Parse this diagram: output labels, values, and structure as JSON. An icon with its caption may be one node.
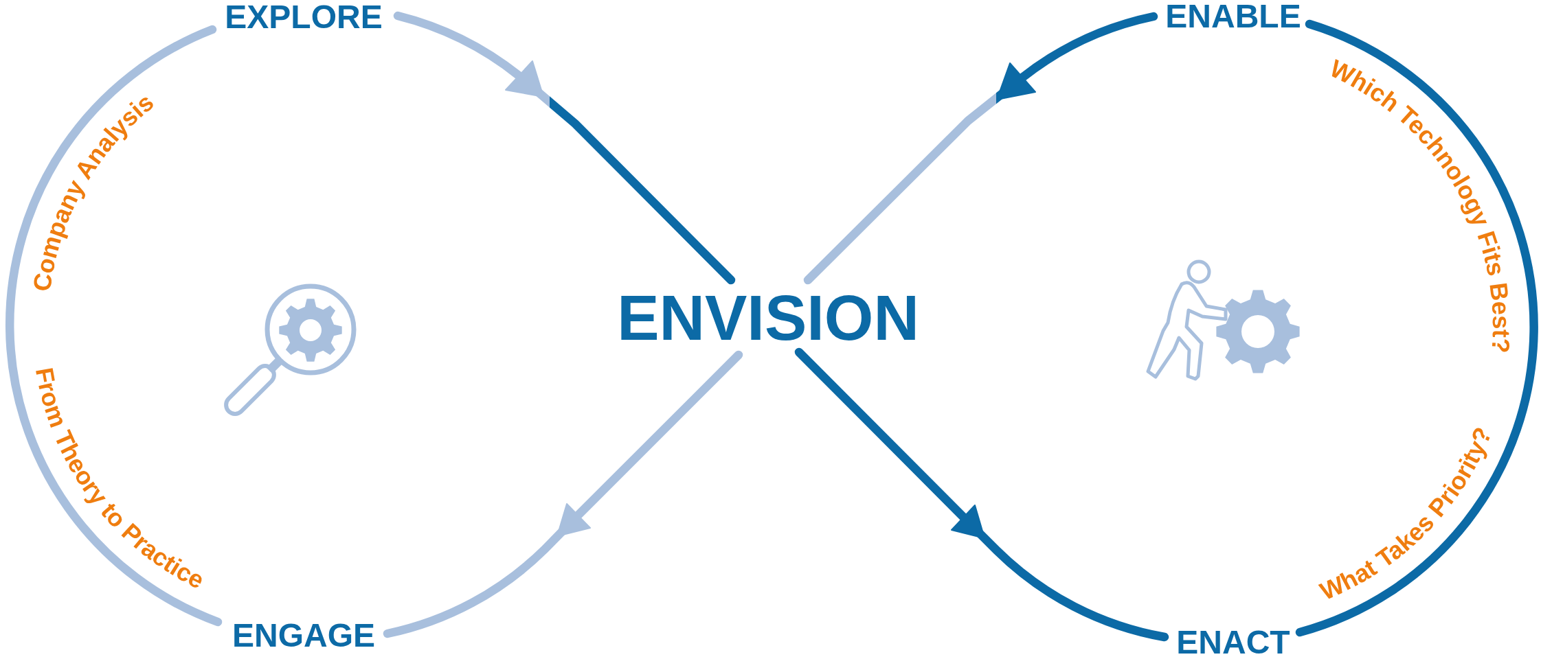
{
  "diagram": {
    "nodes": [
      {
        "text": [
          "EXPLORE"
        ]
      },
      {
        "text": [
          "ENABLE"
        ]
      },
      {
        "text": [
          "ENVISION"
        ]
      },
      {
        "text": [
          "ENGAGE"
        ]
      },
      {
        "text": [
          "ENACT"
        ]
      }
    ],
    "edges": [
      {
        "from": 0,
        "to": 2,
        "arrow": "to",
        "color": "#a8bfdd"
      },
      {
        "from": 2,
        "to": 3,
        "arrow": "to",
        "color": "#a8bfdd"
      },
      {
        "from": 3,
        "to": 0,
        "arrow": "none",
        "color": "#a8bfdd"
      },
      {
        "from": 2,
        "to": 4,
        "arrow": "to",
        "color": "#0c6aa6"
      },
      {
        "from": 4,
        "to": 1,
        "arrow": "none",
        "color": "#0c6aa6"
      },
      {
        "from": 1,
        "to": 2,
        "arrow": "to",
        "color": "#0c6aa6"
      }
    ],
    "labels": [
      "Company Analysis",
      "Which Technology Fits Best?",
      "From Theory to Practice",
      "What Takes Priority?"
    ]
  }
}
